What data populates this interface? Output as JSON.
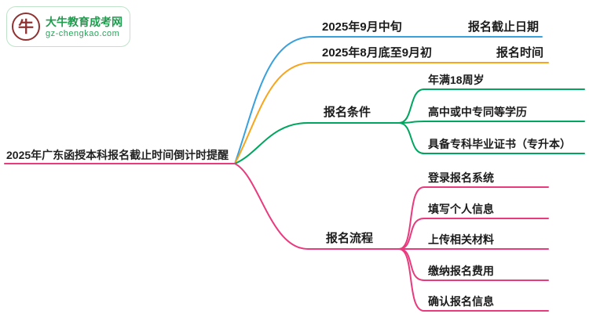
{
  "logo": {
    "title": "大牛教育成考网",
    "url": "gz-chengkao.com",
    "icon": "bull-icon"
  },
  "central": {
    "label": "2025年广东函授本科报名截止时间倒计时提醒"
  },
  "colors": {
    "deadline_branch": "#38a1dd",
    "time_branch": "#f8a51b",
    "conditions_branch": "#00a55f",
    "process_branch": "#e93a7d",
    "logo_green": "#1f9d4e",
    "bull_red": "#8f3332"
  },
  "branch_deadline": {
    "date": "2025年9月中旬",
    "label": "报名截止日期"
  },
  "branch_time": {
    "date": "2025年8月底至9月初",
    "label": "报名时间"
  },
  "branch_conditions": {
    "label": "报名条件",
    "items": [
      "年满18周岁",
      "高中或中专同等学历",
      "具备专科毕业证书（专升本）"
    ]
  },
  "branch_process": {
    "label": "报名流程",
    "items": [
      "登录报名系统",
      "填写个人信息",
      "上传相关材料",
      "缴纳报名费用",
      "确认报名信息"
    ]
  }
}
